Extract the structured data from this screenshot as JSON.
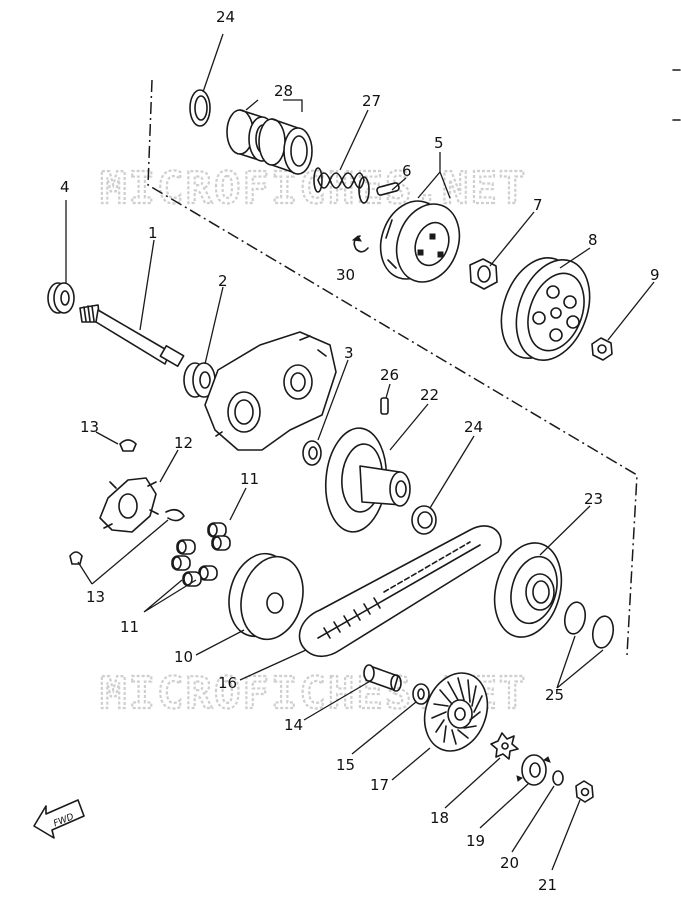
{
  "watermark": "MICROFICHES.NET",
  "arrow_label": "FWD",
  "callouts": {
    "c1": "1",
    "c2": "2",
    "c3": "3",
    "c4": "4",
    "c5": "5",
    "c6": "6",
    "c7": "7",
    "c8": "8",
    "c9": "9",
    "c10": "10",
    "c11a": "11",
    "c11b": "11",
    "c12": "12",
    "c13a": "13",
    "c13b": "13",
    "c14": "14",
    "c15": "15",
    "c16": "16",
    "c17": "17",
    "c18": "18",
    "c19": "19",
    "c20": "20",
    "c21": "21",
    "c22": "22",
    "c23": "23",
    "c24a": "24",
    "c24b": "24",
    "c25": "25",
    "c26": "26",
    "c27": "27",
    "c28": "28",
    "c30": "30"
  }
}
